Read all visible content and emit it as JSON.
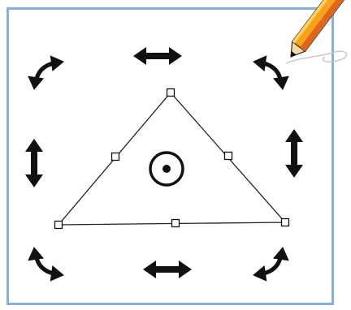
{
  "canvas": {
    "frame_color": "#8aaedc",
    "background": "#ffffff"
  },
  "shape": {
    "type": "triangle",
    "stroke_color": "#222222",
    "handle_fill": "#ffffff",
    "handle_stroke": "#111111"
  },
  "transform_controls": {
    "rotate_arrows": [
      "rotate-top-left",
      "rotate-top-right",
      "rotate-bottom-left",
      "rotate-bottom-right"
    ],
    "scale_arrows": [
      "scale-top",
      "scale-bottom",
      "scale-left",
      "scale-right"
    ],
    "arrow_color": "#111111",
    "pivot_icon": "pivot-target-icon"
  },
  "tool": {
    "icon": "pencil-icon",
    "colors": {
      "body": "#f6a21b",
      "stripe": "#e0661c",
      "wood": "#f3d9a8",
      "tip": "#111111",
      "stroke_mark": "#c9c9c9"
    }
  }
}
